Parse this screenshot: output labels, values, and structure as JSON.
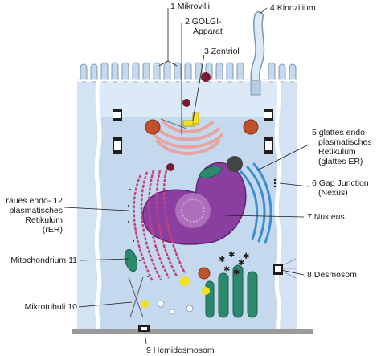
{
  "colors": {
    "cytoplasm": "#c4d9ee",
    "cytoplasm_light": "#dce9f6",
    "membrane": "#ffffff",
    "outline": "#7f97b2",
    "nucleus": "#8a3fa0",
    "nucleolus": "#b57ac3",
    "rer": "#c2437f",
    "ser": "#3f8fcf",
    "golgi": "#e6a5a0",
    "mitochondria": "#2b8a6d",
    "vesicle_dark": "#7a1a2e",
    "vesicle_brown": "#c0512a",
    "yellow_granule": "#f4e11b",
    "desmosome": "#1e1e1e",
    "basement": "#9a9a9a"
  },
  "labels": {
    "microvilli": "1 Mikrovilli",
    "golgi_1": "2 GOLGI-",
    "golgi_2": "Apparat",
    "centriole": "3 Zentriol",
    "kinocilium": "4 Kinozilium",
    "ser_1": "5 glattes endo-",
    "ser_2": "plasmatisches",
    "ser_3": "Retikulum",
    "ser_4": "(glattes ER)",
    "gap_1": "6 Gap Junction",
    "gap_2": "(Nexus)",
    "nucleus": "7 Nukleus",
    "desmosome": "8 Desmosom",
    "hemidesmosome": "9 Hemidesmosom",
    "microtubules": "Mikrotubuli 10",
    "mitochondrium": "Mitochondrium 11",
    "rer_1": "raues endo- 12",
    "rer_2": "plasmatisches",
    "rer_3": "Retikulum",
    "rer_4": "(rER)"
  }
}
